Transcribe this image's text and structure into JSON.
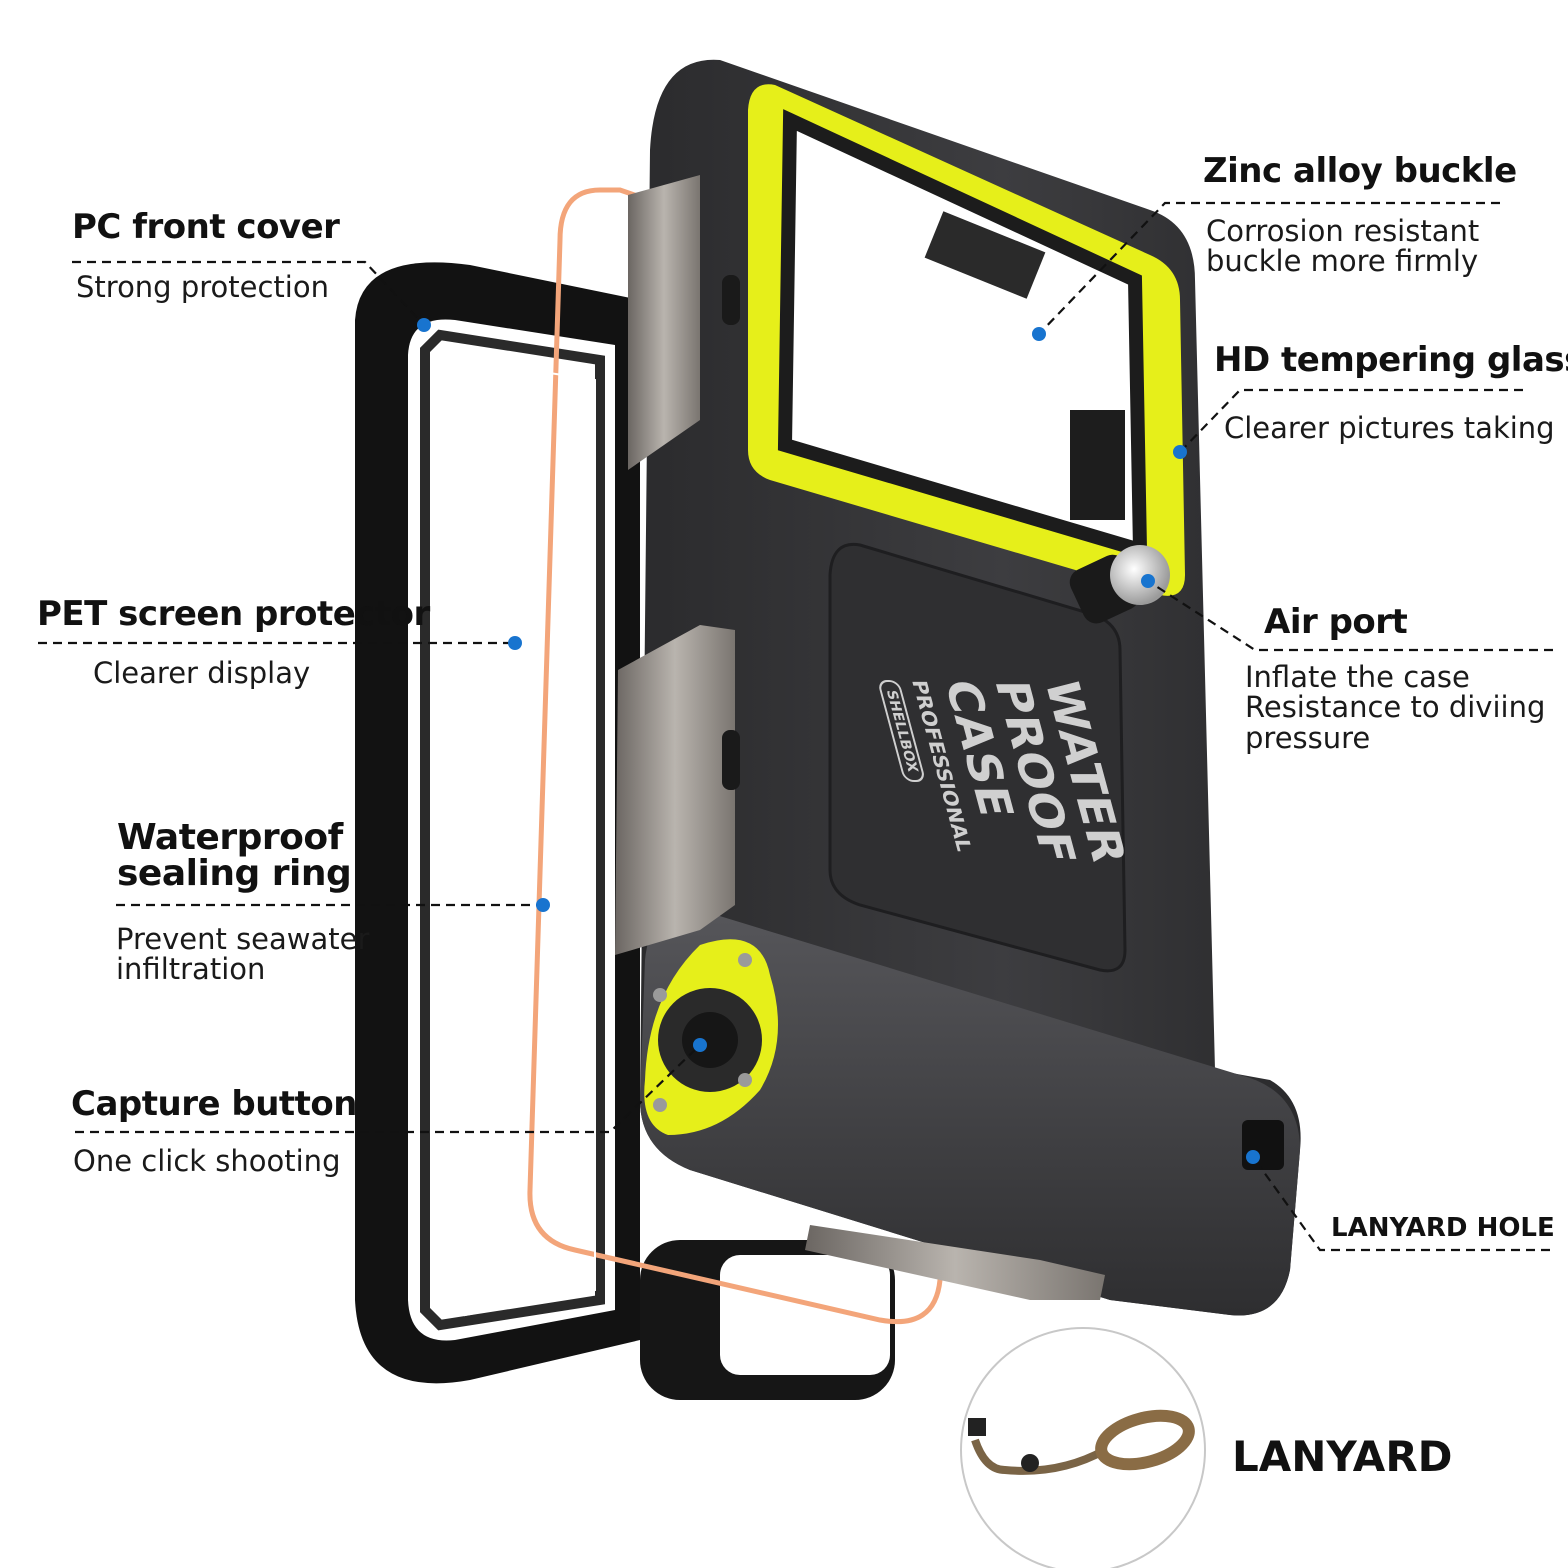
{
  "product": {
    "name_lines": [
      "WATER",
      "PROOF",
      "CASE"
    ],
    "brand": "SHELLBOX",
    "tagline": "PROFESSIONAL",
    "colors": {
      "body": "#3a3a3c",
      "frame": "#1a1a1a",
      "accent": "#e6ef1a",
      "seal": "#f3a57a",
      "metal": "#8e8a86",
      "dot": "#1874cf"
    }
  },
  "features": {
    "pc_front_cover": {
      "title": "PC front cover",
      "desc": "Strong protection"
    },
    "pet_screen_protector": {
      "title": "PET screen protector",
      "desc": "Clearer display"
    },
    "waterproof_sealing_ring": {
      "title": "Waterproof\nsealing ring",
      "desc": "Prevent seawater\ninfiltration"
    },
    "capture_button": {
      "title": "Capture button",
      "desc": "One click shooting"
    },
    "zinc_alloy_buckle": {
      "title": "Zinc alloy buckle",
      "desc": "Corrosion resistant\nbuckle more firmly"
    },
    "hd_tempering_glass": {
      "title": "HD tempering glass",
      "desc": "Clearer pictures taking"
    },
    "air_port": {
      "title": "Air port",
      "desc": "Inflate the case\nResistance to diviing\npressure"
    },
    "lanyard_hole": {
      "title": "LANYARD HOLE"
    },
    "lanyard": {
      "title": "LANYARD"
    }
  }
}
